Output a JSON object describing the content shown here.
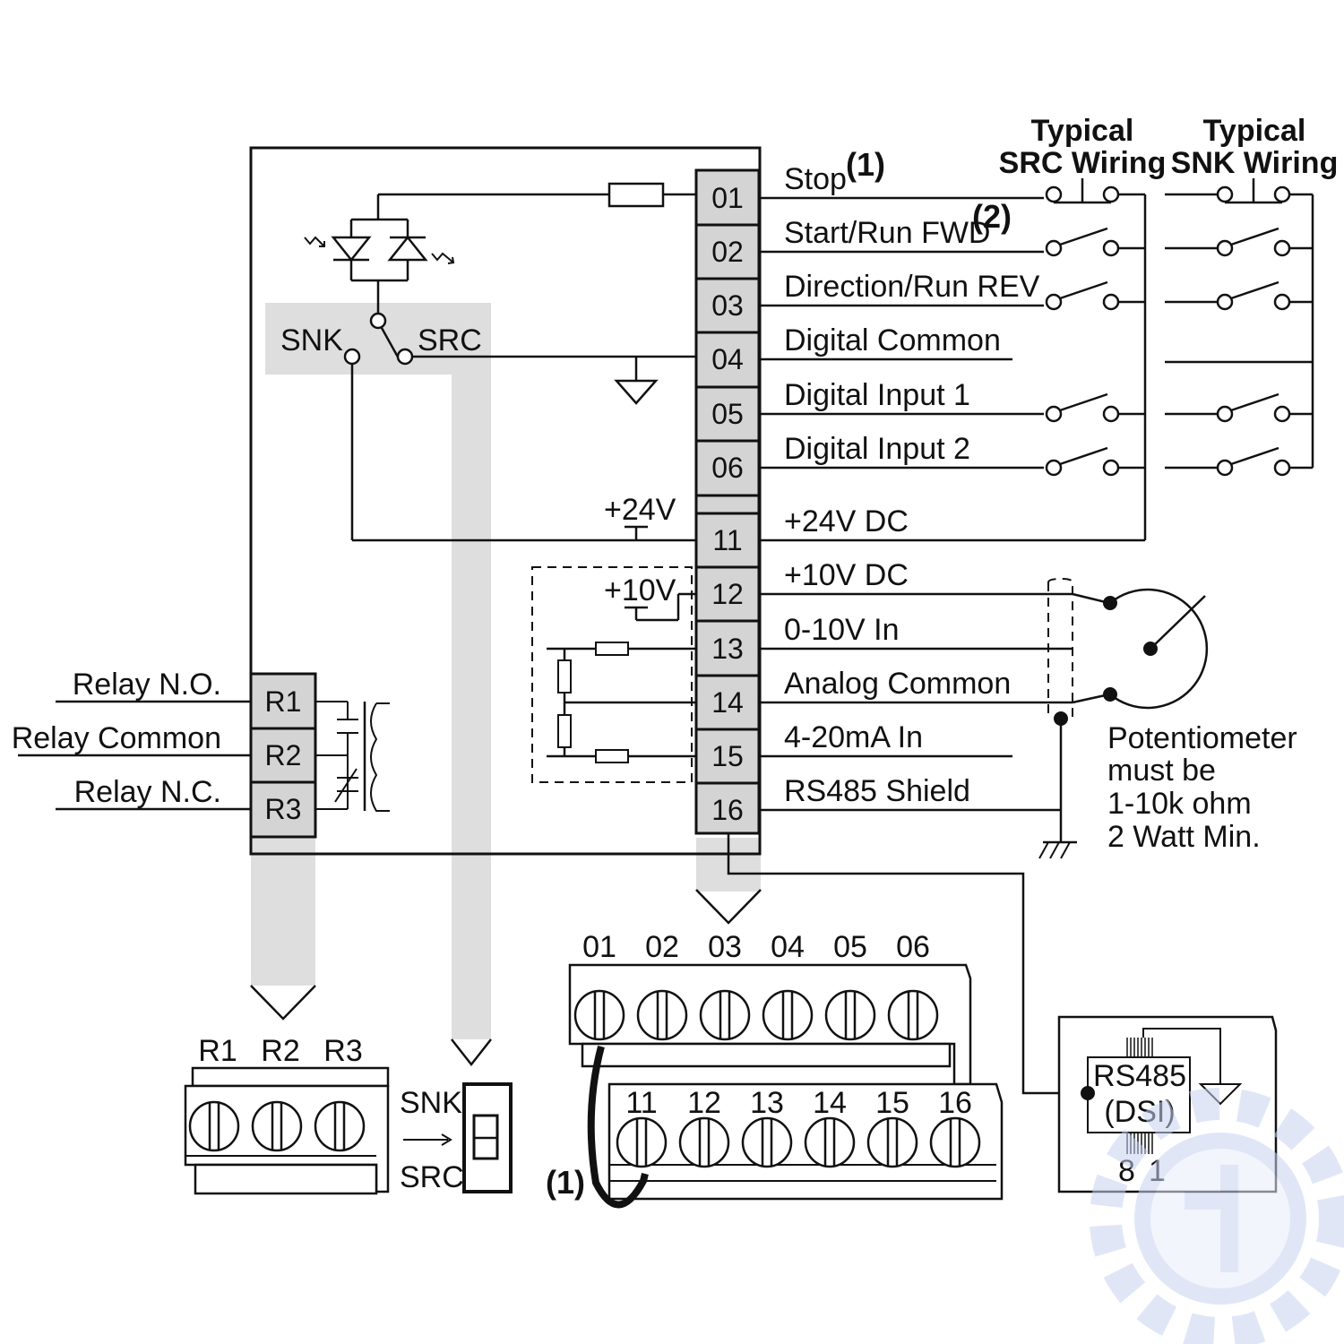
{
  "left_terminals": [
    "01",
    "02",
    "03",
    "04",
    "05",
    "06",
    "11",
    "12",
    "13",
    "14",
    "15",
    "16"
  ],
  "signal_labels": [
    "Stop",
    "Start/Run FWD",
    "Direction/Run REV",
    "Digital Common",
    "Digital Input 1",
    "Digital Input 2",
    "+24V DC",
    "+10V DC",
    "0-10V In",
    "Analog Common",
    "4-20mA In",
    "RS485 Shield"
  ],
  "notes": {
    "n1": "(1)",
    "n2": "(2)"
  },
  "headers": {
    "src": [
      "Typical",
      "SRC Wiring"
    ],
    "snk": [
      "Typical",
      "SNK Wiring"
    ]
  },
  "internal": {
    "snk": "SNK",
    "src": "SRC",
    "v24": "+24V",
    "v10": "+10V"
  },
  "relay": {
    "terminals": [
      "R1",
      "R2",
      "R3"
    ],
    "labels": [
      "Relay N.O.",
      "Relay Common",
      "Relay N.C."
    ]
  },
  "pot_note": [
    "Potentiometer",
    "must be",
    "1-10k ohm",
    "2 Watt Min."
  ],
  "bottom": {
    "relay_block": [
      "R1",
      "R2",
      "R3"
    ],
    "switch": {
      "snk": "SNK",
      "src": "SRC"
    },
    "top_row": [
      "01",
      "02",
      "03",
      "04",
      "05",
      "06"
    ],
    "bottom_row": [
      "11",
      "12",
      "13",
      "14",
      "15",
      "16"
    ],
    "jumper_note": "(1)",
    "rs485": [
      "RS485",
      "(DSI)"
    ],
    "pins": [
      "8",
      "1"
    ]
  },
  "colors": {
    "line": "#111111",
    "terminal_fill": "#d4d4d4",
    "highlight": "#dedede",
    "watermark": "#c9d3f2"
  }
}
